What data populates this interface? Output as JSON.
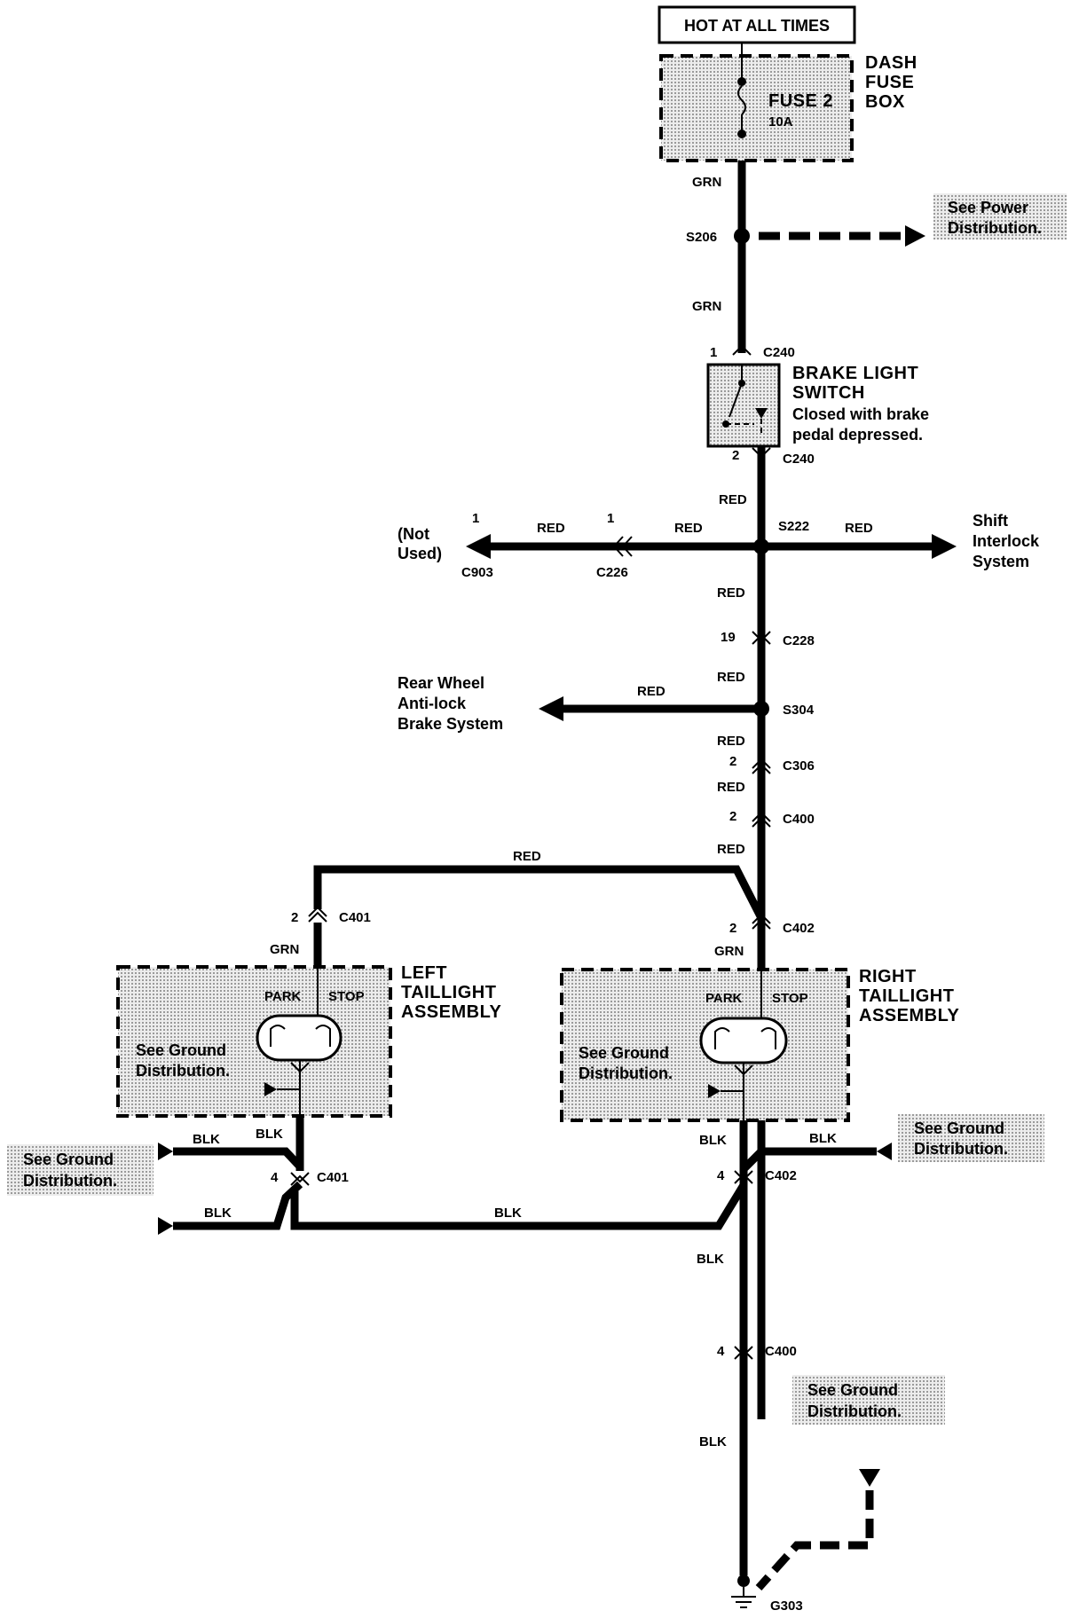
{
  "header": {
    "hot_at_all_times": "HOT AT ALL TIMES"
  },
  "fuse_box": {
    "label_1": "DASH",
    "label_2": "FUSE",
    "label_3": "BOX",
    "fuse_name": "FUSE 2",
    "fuse_rating": "10A"
  },
  "wires": {
    "grn": "GRN",
    "red": "RED",
    "blk": "BLK"
  },
  "splices": {
    "s206": "S206",
    "s222": "S222",
    "s304": "S304"
  },
  "connectors": {
    "c240": "C240",
    "c903": "C903",
    "c226": "C226",
    "c228": "C228",
    "c306": "C306",
    "c400": "C400",
    "c401": "C401",
    "c402": "C402"
  },
  "pins": {
    "p1": "1",
    "p2": "2",
    "p4": "4",
    "p19": "19"
  },
  "brake_switch": {
    "title_1": "BRAKE LIGHT",
    "title_2": "SWITCH",
    "note_1": "Closed with brake",
    "note_2": "pedal depressed."
  },
  "refs": {
    "power_1": "See Power",
    "power_2": "Distribution.",
    "ground_1": "See Ground",
    "ground_2": "Distribution."
  },
  "destinations": {
    "not_used_1": "(Not",
    "not_used_2": "Used)",
    "shift_1": "Shift",
    "shift_2": "Interlock",
    "shift_3": "System",
    "abs_1": "Rear Wheel",
    "abs_2": "Anti-lock",
    "abs_3": "Brake System"
  },
  "taillights": {
    "left_1": "LEFT",
    "left_2": "TAILLIGHT",
    "left_3": "ASSEMBLY",
    "right_1": "RIGHT",
    "right_2": "TAILLIGHT",
    "right_3": "ASSEMBLY",
    "park": "PARK",
    "stop": "STOP"
  },
  "ground": {
    "g303": "G303"
  }
}
